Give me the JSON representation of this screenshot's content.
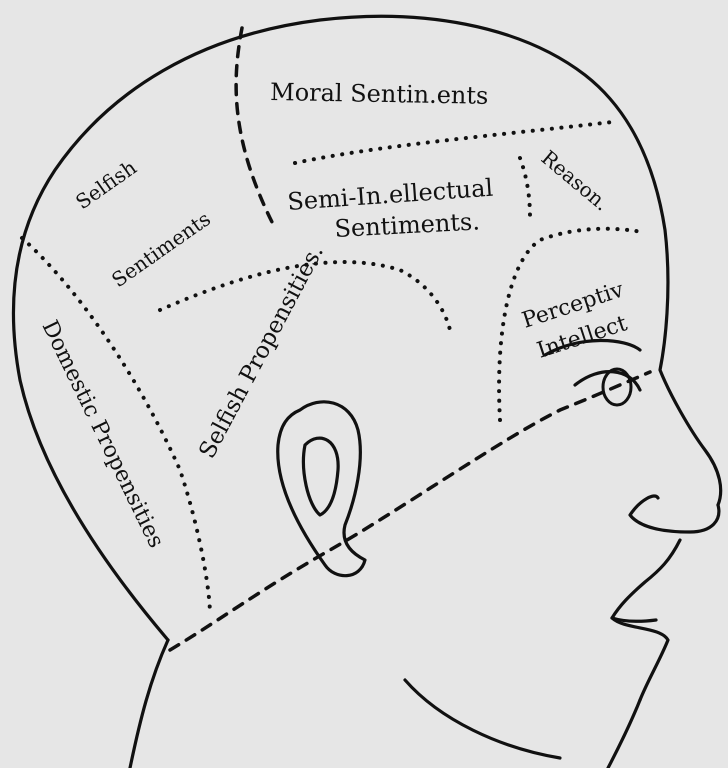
{
  "diagram": {
    "labels": {
      "moral_sentiments": "Moral Sentin.ents",
      "selfish_1": "Selfish",
      "selfish_2": "Sentiments",
      "reason": "Reason.",
      "semi_1": "Semi-In.ellectual",
      "semi_2": "Sentiments.",
      "perceptive_1": "Perceptiv",
      "perceptive_2": "Intellect",
      "domestic": "Domestic Propensities",
      "selfish_propensities": "Selfish Propensities."
    },
    "colors": {
      "ink": "#111111",
      "paper": "#e6e6e6"
    }
  }
}
